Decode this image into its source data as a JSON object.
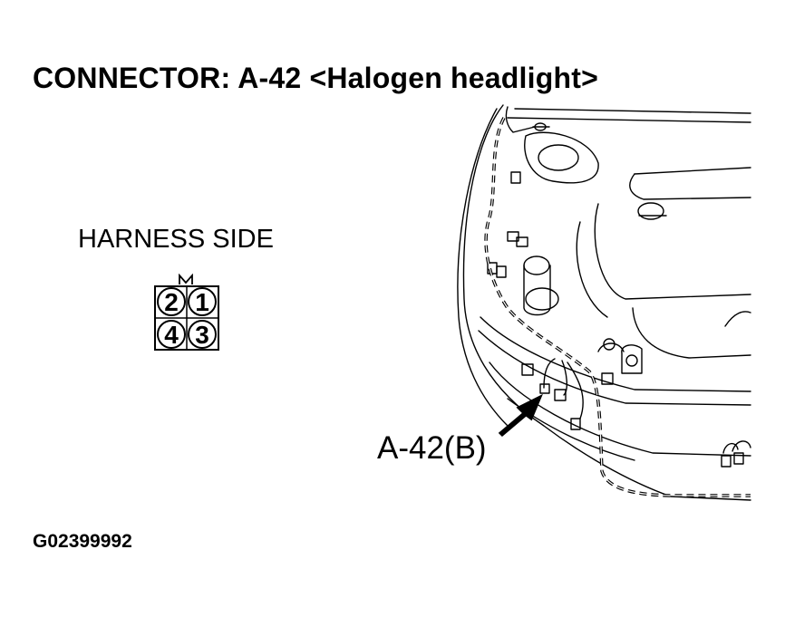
{
  "title": "CONNECTOR: A-42 <Halogen headlight>",
  "harness_side_label": "HARNESS SIDE",
  "connector": {
    "terminals": [
      "2",
      "1",
      "4",
      "3"
    ]
  },
  "callout_label": "A-42(B)",
  "figure_code": "G02399992"
}
